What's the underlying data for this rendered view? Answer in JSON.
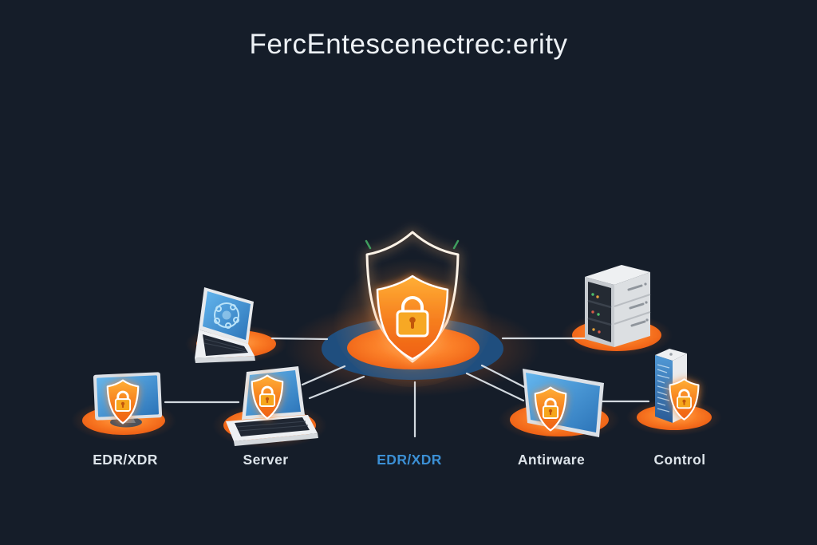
{
  "title": "FercEntescenectrec:erity",
  "nodes": [
    {
      "label": "EDR/XDR",
      "device": "desktop-monitor",
      "shield": true
    },
    {
      "label": "Server",
      "device": "laptop",
      "shield": true
    },
    {
      "label": "EDR/XDR",
      "device": "central-shield-hub",
      "shield": true,
      "highlighted": true
    },
    {
      "label": "Antirware",
      "device": "desktop-monitor",
      "shield": true
    },
    {
      "label": "Control",
      "device": "server-rack",
      "shield": true
    }
  ],
  "unlabeled_devices": [
    {
      "device": "laptop",
      "icon": "globe-icon"
    },
    {
      "device": "server-tower"
    }
  ],
  "hub": {
    "icon": "shield-lock-icon",
    "platform": "glowing-orange-ellipse-on-blue-ring",
    "connections": 7
  },
  "colors": {
    "background": "#151d29",
    "title_text": "#edf1f5",
    "label_text": "#dde4ea",
    "label_highlight_blue": "#3b8fd4",
    "connector_line": "#e3e9ef",
    "platform_orange": "#f97c25",
    "platform_orange_deep": "#ec5b12",
    "hub_ring_blue": "#1f4e7e",
    "screen_blue": "#3f90cf",
    "shield_orange": "#f67d1e",
    "shield_outline": "#ffffff",
    "lock_gold": "#f6a61f",
    "keyhole_brown": "#c2560a",
    "device_body_gray": "#e6e9ec",
    "keyboard_dark": "#202733",
    "tick_green": "#3f9d5e",
    "glow_orange": "#ff8d33"
  }
}
